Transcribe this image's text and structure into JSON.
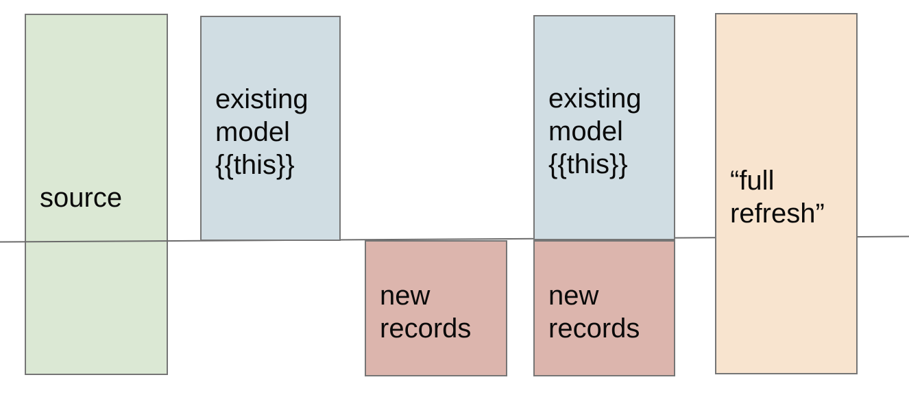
{
  "canvas": {
    "background": "#ffffff"
  },
  "colors": {
    "source_fill": "#dbe8d4",
    "model_fill": "#d0dde3",
    "records_fill": "#dcb5ad",
    "refresh_fill": "#f8e4cf",
    "border": "#757575",
    "divider": "#6b6b6b",
    "text": "#0a0a0a"
  },
  "boxes": {
    "source": {
      "lines": [
        "source"
      ]
    },
    "existing_model_left": {
      "lines": [
        "existing",
        "model",
        "{{this}}"
      ]
    },
    "new_records_left": {
      "lines": [
        "new",
        "records"
      ]
    },
    "existing_model_right": {
      "lines": [
        "existing",
        "model",
        "{{this}}"
      ]
    },
    "new_records_right": {
      "lines": [
        "new",
        "records"
      ]
    },
    "full_refresh": {
      "lines": [
        "“full",
        "refresh”"
      ]
    }
  }
}
